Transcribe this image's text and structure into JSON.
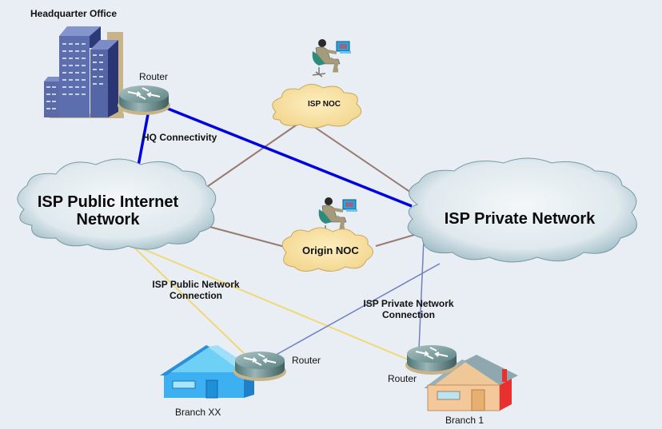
{
  "diagram": {
    "headquarter": {
      "label": "Headquarter Office"
    },
    "hq_router": {
      "label": "Router"
    },
    "hq_link": {
      "label": "HQ Connectivity",
      "color": "#0000e0"
    },
    "isp_noc": {
      "label": "ISP NOC"
    },
    "origin_noc": {
      "label": "Origin NOC"
    },
    "public_cloud": {
      "line1": "ISP Public Internet",
      "line2": "Network"
    },
    "private_cloud": {
      "label": "ISP Private Network"
    },
    "public_conn": {
      "line1": "ISP Public Network",
      "line2": "Connection",
      "color": "#f0d878"
    },
    "private_conn": {
      "line1": "ISP Private Network",
      "line2": "Connection",
      "color": "#7080c0"
    },
    "noc_link_color": "#9a7a70",
    "branch_xx": {
      "label": "Branch XX",
      "router_label": "Router"
    },
    "branch_1": {
      "label": "Branch 1",
      "router_label": "Router"
    }
  }
}
